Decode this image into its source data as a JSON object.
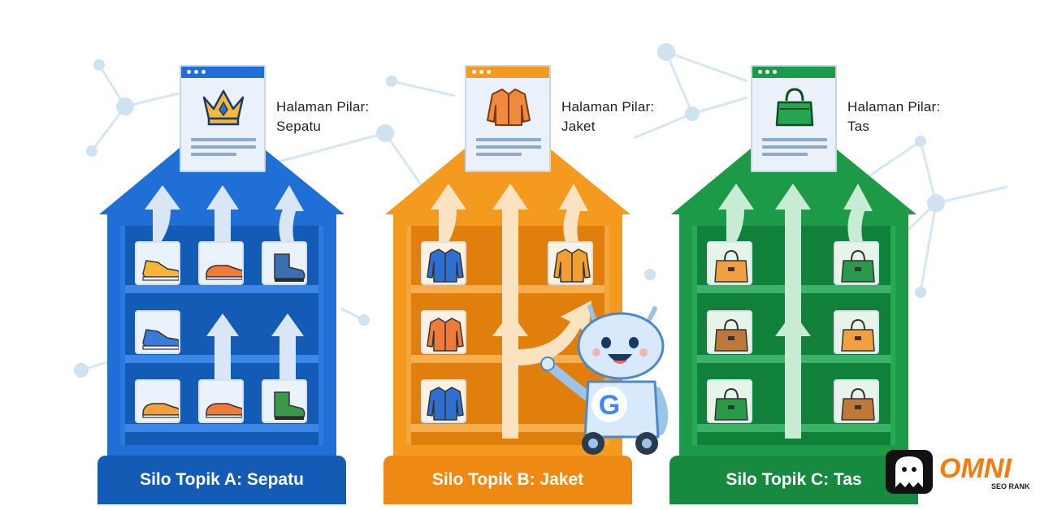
{
  "colors": {
    "blue": "#1f6fd6",
    "blue_dark": "#145bb5",
    "blue_shelf": "#2b7ae0",
    "orange": "#f39a1f",
    "orange_dark": "#e07f0c",
    "orange_shelf": "#f4a63a",
    "green": "#1c9a48",
    "green_dark": "#11803a",
    "green_shelf": "#27a955",
    "network": "#cfe2f0",
    "footer_text": "#ffffff"
  },
  "silos": [
    {
      "id": "A",
      "pillar_label_1": "Halaman Pilar:",
      "pillar_label_2": "Sepatu",
      "pillar_icon": "crown-icon",
      "footer": "Silo Topik A: Sepatu",
      "items": [
        "sneaker-icon",
        "shoe-icon",
        "boot-icon",
        "sneaker-icon",
        "",
        "",
        "shoe-icon",
        "shoe-icon",
        "boot-icon"
      ]
    },
    {
      "id": "B",
      "pillar_label_1": "Halaman Pilar:",
      "pillar_label_2": "Jaket",
      "pillar_icon": "jacket-icon",
      "footer": "Silo Topik B: Jaket",
      "items": [
        "jacket-icon",
        "",
        "jacket-icon",
        "jacket-icon",
        "",
        "",
        "jacket-icon",
        "",
        ""
      ]
    },
    {
      "id": "C",
      "pillar_label_1": "Halaman Pilar:",
      "pillar_label_2": "Tas",
      "pillar_icon": "bag-icon",
      "footer": "Silo Topik C: Tas",
      "items": [
        "bag-icon",
        "",
        "bag-icon",
        "bag-icon",
        "",
        "bag-icon",
        "bag-icon",
        "",
        "bag-icon"
      ]
    }
  ],
  "robot": {
    "badge_letter": "G",
    "icon": "google-robot-icon"
  },
  "logo": {
    "brand": "OMNI",
    "tagline": "SEO RANK",
    "icon": "ghost-logo-icon"
  }
}
